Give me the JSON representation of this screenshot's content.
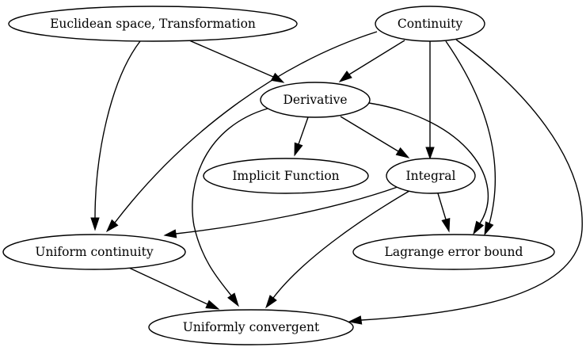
{
  "diagram": {
    "type": "directed-graph",
    "colors": {
      "stroke": "#000000",
      "fill": "#ffffff",
      "text": "#000000"
    },
    "nodes": [
      {
        "id": "euclid",
        "label": "Euclidean space, Transformation"
      },
      {
        "id": "continuity",
        "label": "Continuity"
      },
      {
        "id": "derivative",
        "label": "Derivative"
      },
      {
        "id": "implicit",
        "label": "Implicit Function"
      },
      {
        "id": "integral",
        "label": "Integral"
      },
      {
        "id": "uniformcont",
        "label": "Uniform continuity"
      },
      {
        "id": "lagrange",
        "label": "Lagrange error bound"
      },
      {
        "id": "uniformconv",
        "label": "Uniformly convergent"
      }
    ],
    "edges": [
      {
        "from": "euclid",
        "to": "derivative"
      },
      {
        "from": "euclid",
        "to": "uniformcont"
      },
      {
        "from": "continuity",
        "to": "derivative"
      },
      {
        "from": "continuity",
        "to": "integral"
      },
      {
        "from": "continuity",
        "to": "uniformcont"
      },
      {
        "from": "continuity",
        "to": "lagrange"
      },
      {
        "from": "continuity",
        "to": "uniformconv"
      },
      {
        "from": "derivative",
        "to": "implicit"
      },
      {
        "from": "derivative",
        "to": "integral"
      },
      {
        "from": "derivative",
        "to": "lagrange"
      },
      {
        "from": "derivative",
        "to": "uniformconv"
      },
      {
        "from": "integral",
        "to": "uniformcont"
      },
      {
        "from": "integral",
        "to": "lagrange"
      },
      {
        "from": "integral",
        "to": "uniformconv"
      },
      {
        "from": "uniformcont",
        "to": "uniformconv"
      }
    ]
  }
}
